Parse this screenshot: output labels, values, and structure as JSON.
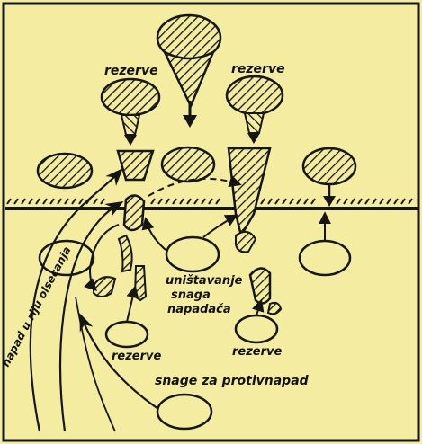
{
  "labels": {
    "reserve_top_left": "rezerve",
    "reserve_top_right": "rezerve",
    "destroy_line1": "uništavanje",
    "destroy_line2": "snaga",
    "destroy_line3": "napadača",
    "reserve_bottom_left": "rezerve",
    "reserve_bottom_right": "rezerve",
    "counterattack_forces": "snage za protivnapad",
    "side_label": "napad u riju olsecanja"
  },
  "colors": {
    "paper": "#f4eca0",
    "ink": "#151515",
    "hatch": "#151515"
  }
}
